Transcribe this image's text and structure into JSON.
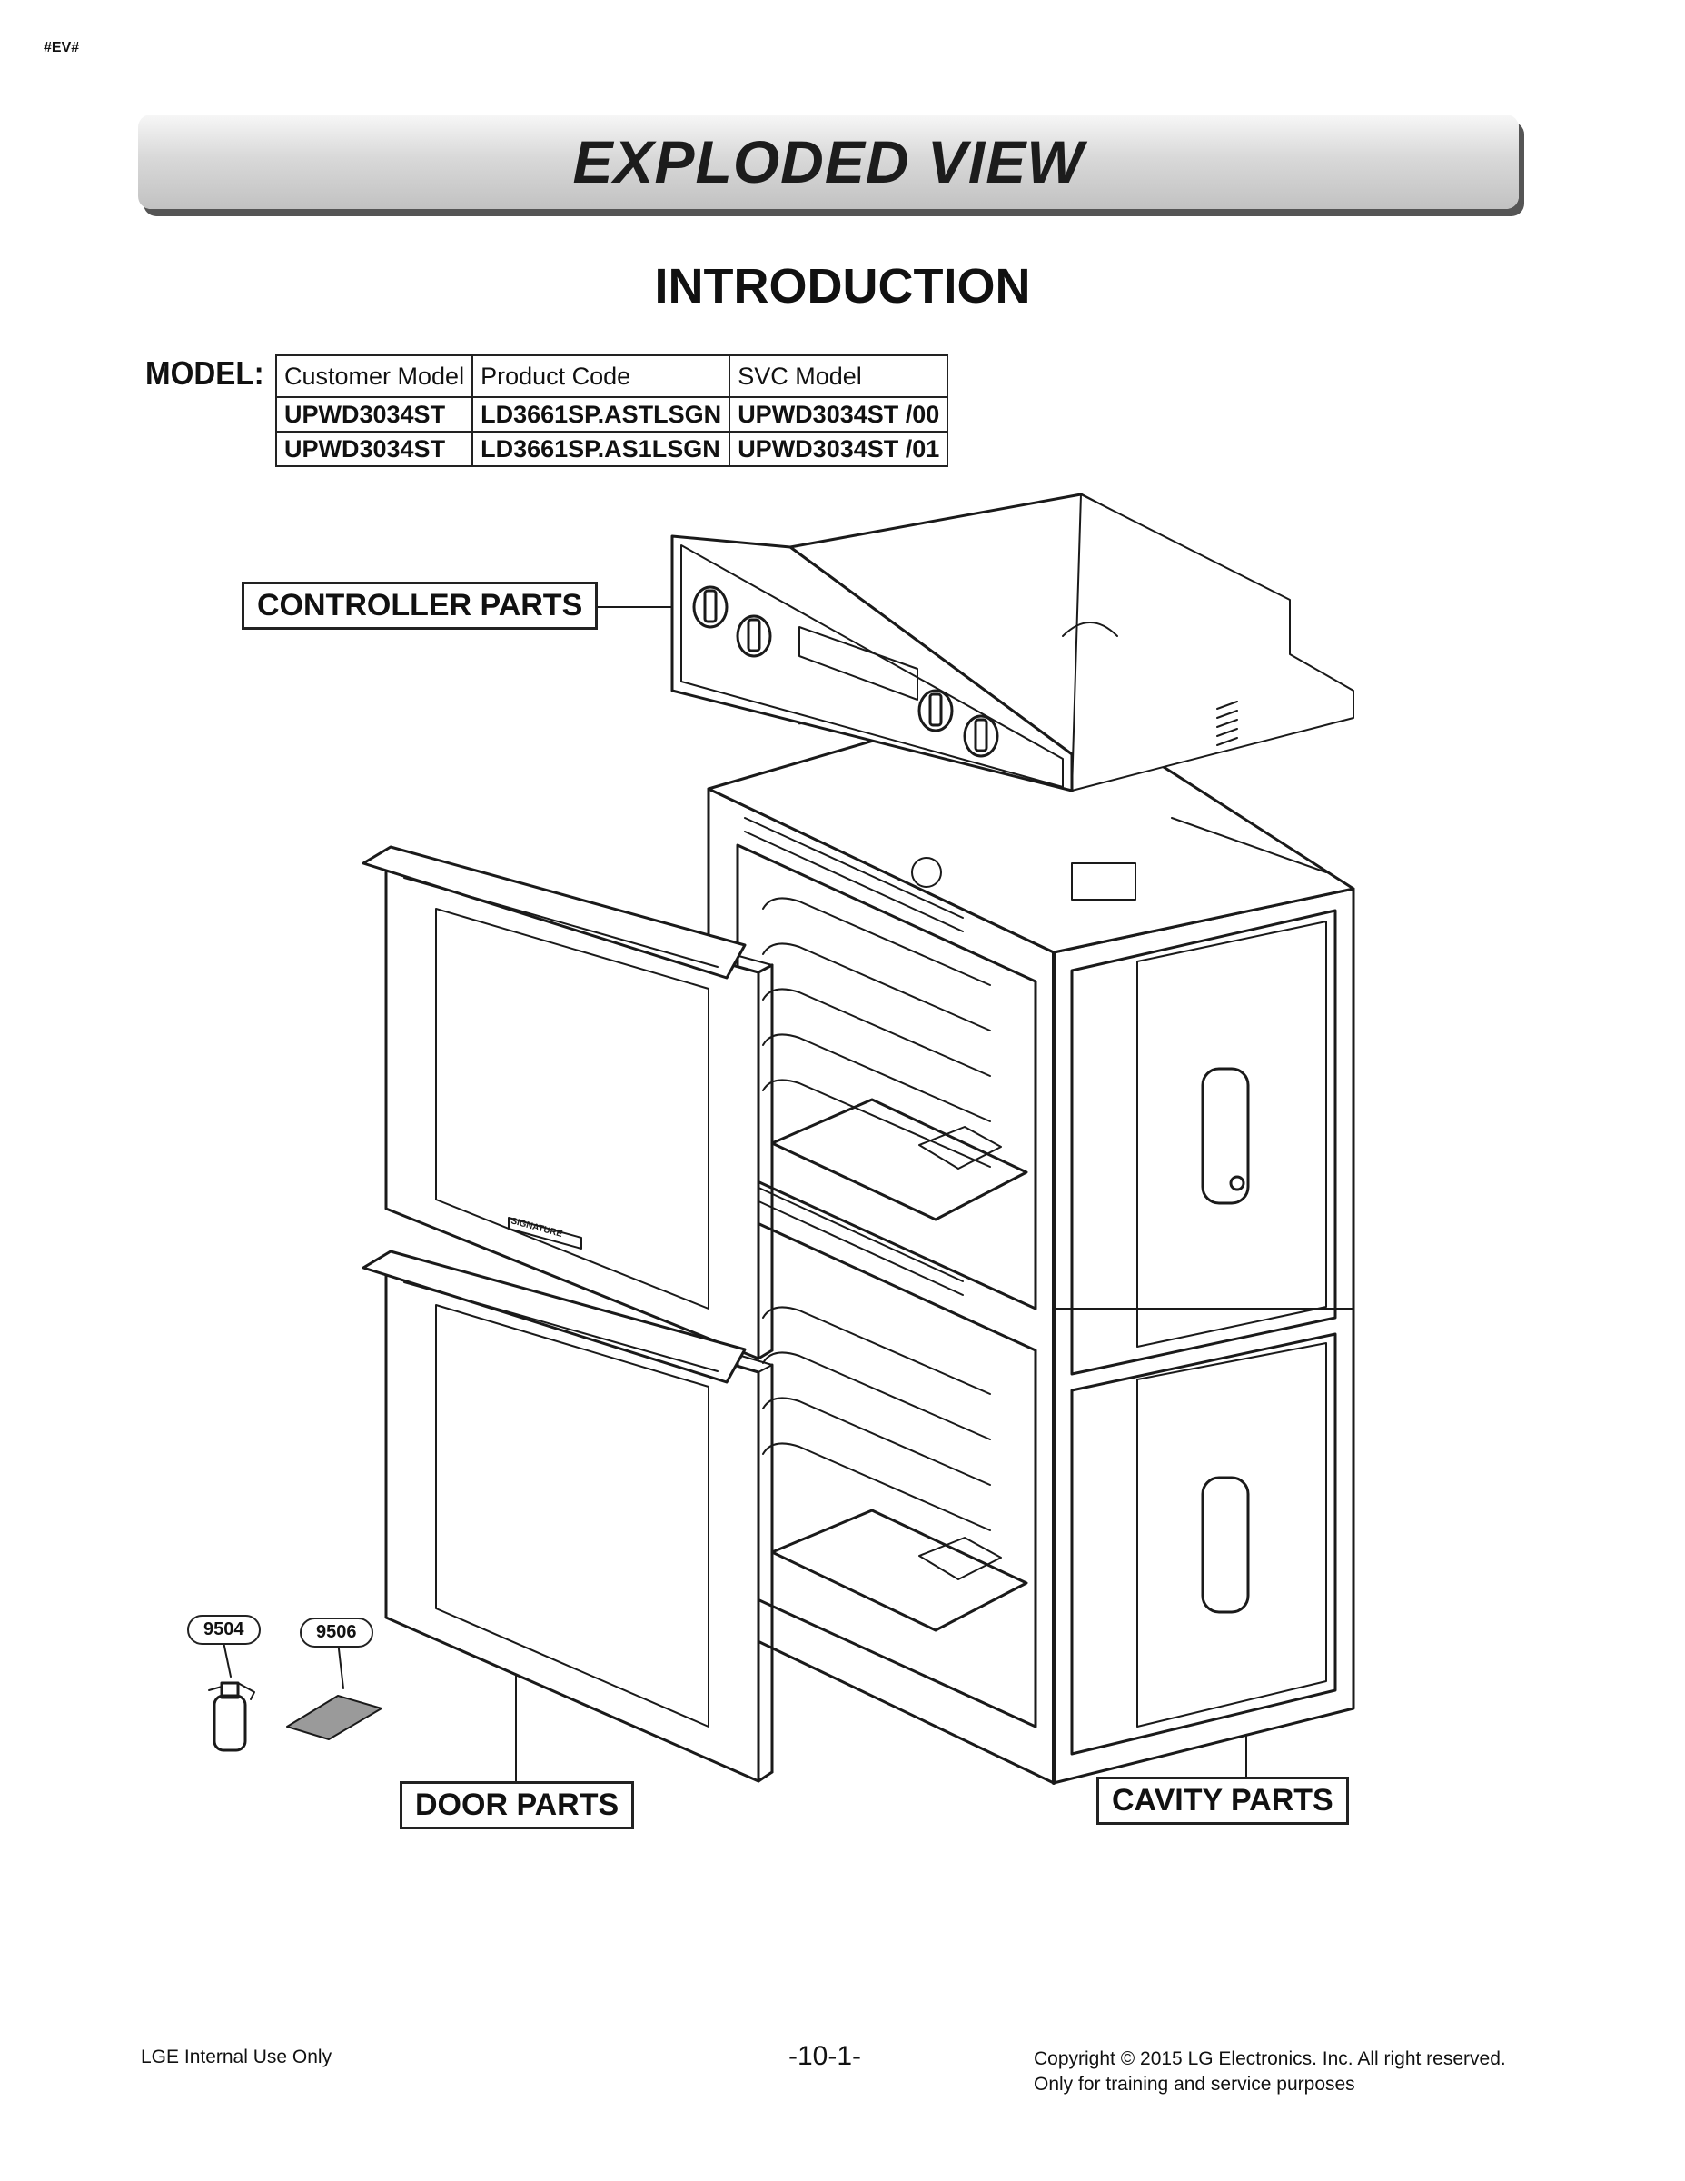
{
  "page": {
    "tag": "#EV#",
    "banner_title": "EXPLODED VIEW",
    "section_title": "INTRODUCTION"
  },
  "model_table": {
    "label": "MODEL:",
    "headers": [
      "Customer Model",
      "Product Code",
      "SVC Model"
    ],
    "rows": [
      [
        "UPWD3034ST",
        "LD3661SP.ASTLSGN",
        "UPWD3034ST /00"
      ],
      [
        "UPWD3034ST",
        "LD3661SP.AS1LSGN",
        "UPWD3034ST /01"
      ]
    ]
  },
  "diagram": {
    "callouts": {
      "controller": "CONTROLLER PARTS",
      "door": "DOOR PARTS",
      "cavity": "CAVITY PARTS"
    },
    "part_numbers": [
      "9504",
      "9506"
    ],
    "door_logo_text": "SIGNATURE"
  },
  "footer": {
    "left": "LGE Internal Use Only",
    "page_number": "-10-1-",
    "copyright": "Copyright © 2015 LG Electronics. Inc. All right reserved.",
    "purpose": "Only for training and service purposes"
  }
}
